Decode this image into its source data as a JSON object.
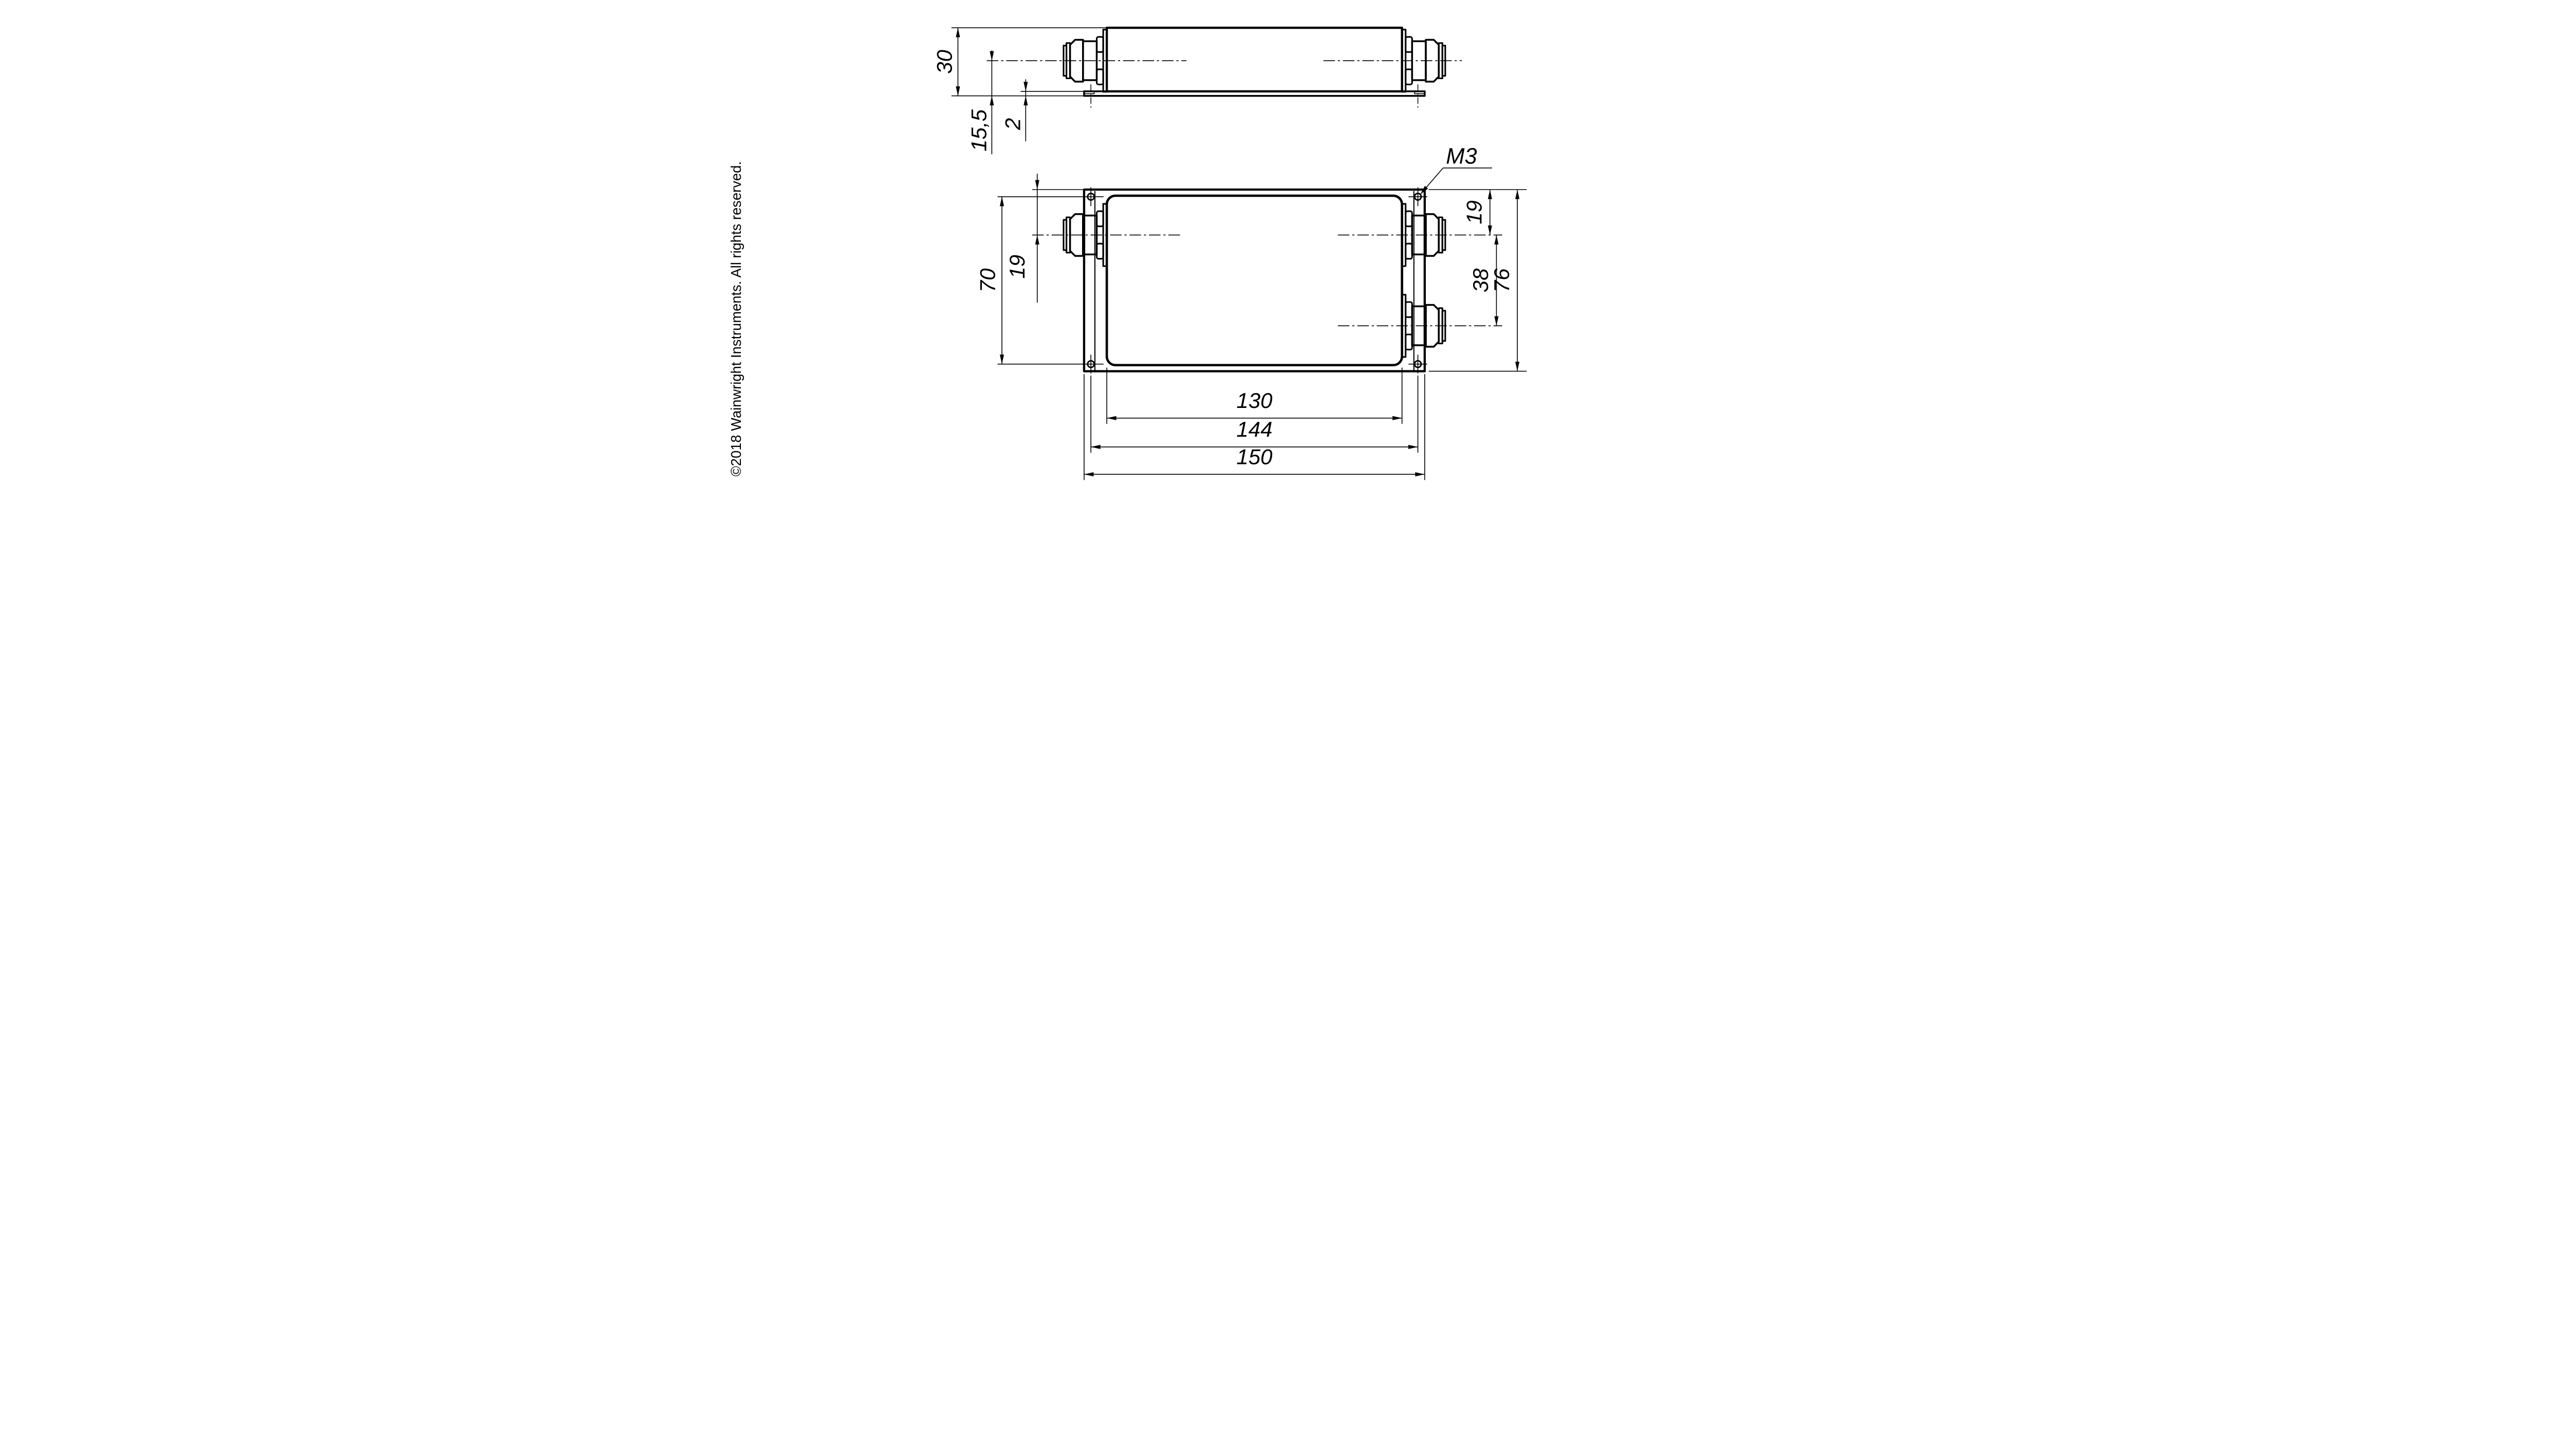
{
  "drawing": {
    "copyright": "©2018 Wainwright Instruments. All rights reserved.",
    "thread_callout": "M3",
    "units": "mm",
    "colors": {
      "line": "#000000",
      "background": "#ffffff"
    },
    "dimensions": {
      "side_view": {
        "height_total": "30",
        "connector_center_from_bottom": "15,5",
        "base_plate_thickness": "2"
      },
      "front_view": {
        "hole_spacing_vertical": "70",
        "left_port_from_top": "19",
        "right_port_from_top": "19",
        "right_port_spacing": "38",
        "plate_height": "76",
        "body_width": "130",
        "hole_spacing_horizontal": "144",
        "plate_width": "150"
      }
    }
  }
}
